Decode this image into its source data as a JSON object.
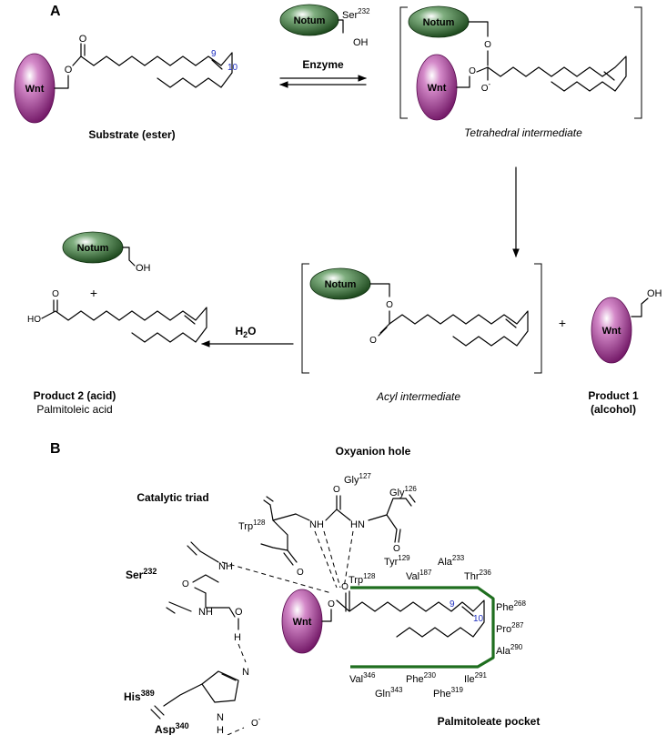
{
  "panel_a": {
    "letter": "A",
    "notum_label": "Notum",
    "wnt_label": "Wnt",
    "ser_label": "Ser",
    "ser_sup": "232",
    "oh_label": "OH",
    "ho_label": "HO",
    "o_label": "O",
    "o_minus_label": "O",
    "minus_sup": "-",
    "locant_9": "9",
    "locant_10": "10",
    "enzyme_label": "Enzyme",
    "h2o_label": "H",
    "h2o_sub": "2",
    "h2o_o": "O",
    "plus": "+",
    "substrate_caption": "Substrate (ester)",
    "tetrahedral_caption": "Tetrahedral intermediate",
    "acyl_caption": "Acyl intermediate",
    "product2_caption": "Product 2 (acid)",
    "product2_sub": "Palmitoleic acid",
    "product1_line1": "Product 1",
    "product1_line2": "(alcohol)"
  },
  "panel_b": {
    "letter": "B",
    "oxyanion_hole": "Oxyanion hole",
    "catalytic_triad": "Catalytic triad",
    "palmitoleate_pocket": "Palmitoleate pocket",
    "wnt_label": "Wnt",
    "nh": "NH",
    "hn": "HN",
    "o": "O",
    "oh_o": "O",
    "h": "H",
    "n": "N",
    "minus": "-",
    "locant_9": "9",
    "locant_10": "10",
    "residues": {
      "gly127": {
        "name": "Gly",
        "num": "127"
      },
      "gly126": {
        "name": "Gly",
        "num": "126"
      },
      "trp128_bb": {
        "name": "Trp",
        "num": "128"
      },
      "trp128": {
        "name": "Trp",
        "num": "128"
      },
      "tyr129": {
        "name": "Tyr",
        "num": "129"
      },
      "val187": {
        "name": "Val",
        "num": "187"
      },
      "ala233": {
        "name": "Ala",
        "num": "233"
      },
      "thr236": {
        "name": "Thr",
        "num": "236"
      },
      "phe268": {
        "name": "Phe",
        "num": "268"
      },
      "pro287": {
        "name": "Pro",
        "num": "287"
      },
      "ala290": {
        "name": "Ala",
        "num": "290"
      },
      "ile291": {
        "name": "Ile",
        "num": "291"
      },
      "phe319": {
        "name": "Phe",
        "num": "319"
      },
      "phe230": {
        "name": "Phe",
        "num": "230"
      },
      "gln343": {
        "name": "Gln",
        "num": "343"
      },
      "val346": {
        "name": "Val",
        "num": "346"
      },
      "ser232": {
        "name": "Ser",
        "num": "232"
      },
      "his389": {
        "name": "His",
        "num": "389"
      },
      "asp340": {
        "name": "Asp",
        "num": "340"
      }
    }
  },
  "colors": {
    "notum_green": "#1e5a1e",
    "wnt_purple": "#8a1f7c",
    "pocket_green": "#1f6e1f",
    "locant_blue": "#1f2fbf"
  }
}
